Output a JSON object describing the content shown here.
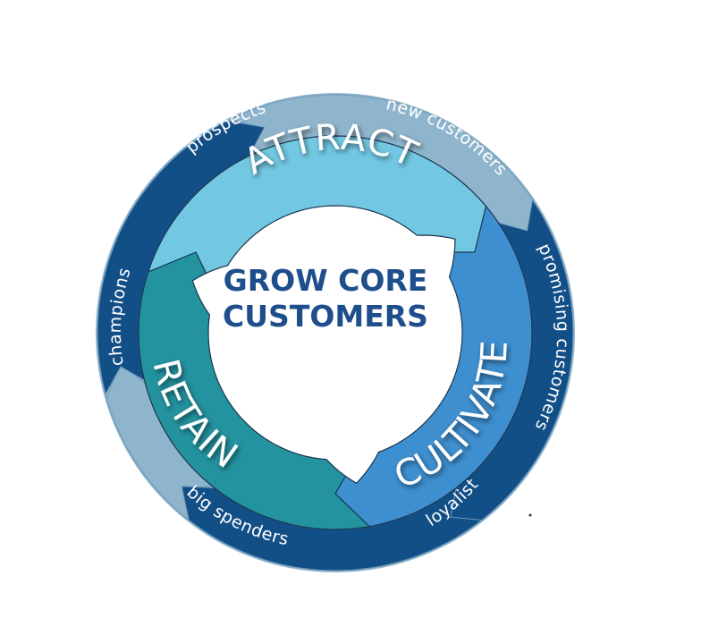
{
  "center": {
    "line1": "GROW CORE",
    "line2": "CUSTOMERS"
  },
  "stages": [
    {
      "label": "ATTRACT",
      "color": "#72c8e2"
    },
    {
      "label": "CULTIVATE",
      "color": "#3e8fd0"
    },
    {
      "label": "RETAIN",
      "color": "#23939f"
    }
  ],
  "outer_ring": [
    {
      "label": "prospects",
      "color": "#134f87"
    },
    {
      "label": "new customers",
      "color": "#8fb5cc"
    },
    {
      "label": "promising customers",
      "color": "#134f87"
    },
    {
      "label": "loyalist",
      "color": "#8fb5cc"
    },
    {
      "label": "big spenders",
      "color": "#134f87"
    },
    {
      "label": "champions",
      "color": "#8fb5cc"
    }
  ],
  "colors": {
    "ring_border": "#6f9ab8",
    "center_text": "#1e4e8c"
  }
}
